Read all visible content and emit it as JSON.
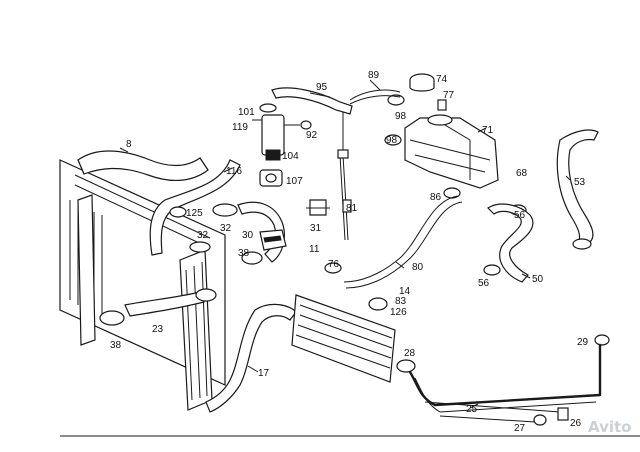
{
  "labels": {
    "l95": "95",
    "l89": "89",
    "l74": "74",
    "l77": "77",
    "l101": "101",
    "l119": "119",
    "l92": "92",
    "l104": "104",
    "l98a": "98",
    "l98b": "98",
    "l71": "71",
    "l8": "8",
    "l116": "116",
    "l107": "107",
    "l125": "125",
    "l53": "53",
    "l68": "68",
    "l86": "86",
    "l56a": "56",
    "l32a": "32",
    "l32b": "32",
    "l30": "30",
    "l31": "31",
    "l81": "81",
    "l11": "11",
    "l38a": "38",
    "l80": "80",
    "l76": "76",
    "l14": "14",
    "l83": "83",
    "l126": "126",
    "l56b": "56",
    "l50": "50",
    "l23": "23",
    "l38b": "38",
    "l17": "17",
    "l28": "28",
    "l29": "29",
    "l25": "25",
    "l27": "27",
    "l26": "26"
  },
  "watermark": "Avito",
  "colors": {
    "line": "#1a1a1a",
    "background": "#ffffff",
    "watermark": "#c9d1d6"
  }
}
